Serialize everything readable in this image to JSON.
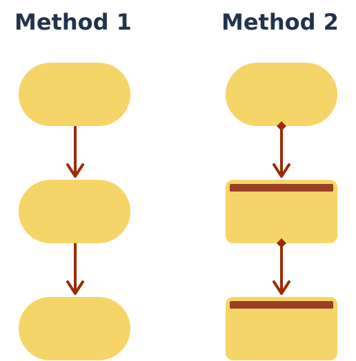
{
  "columns": [
    {
      "title": "Method 1",
      "steps": 3,
      "style": "pill"
    },
    {
      "title": "Method 2",
      "steps": 3,
      "style": "pill-then-cards"
    }
  ],
  "colors": {
    "title": "#22344c",
    "node_fill": "#f5d568",
    "arrow": "#9a2b0b",
    "card_band": "#9a3f25"
  }
}
